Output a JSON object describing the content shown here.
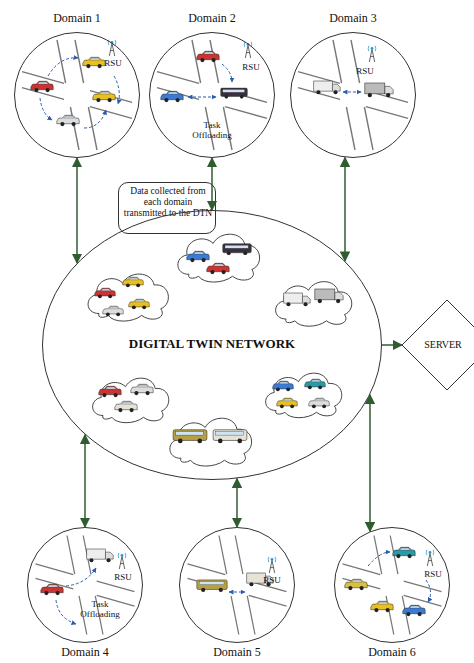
{
  "diagram": {
    "nodes": [
      {
        "text": [
          "Domain 1",
          "RSU"
        ]
      },
      {
        "text": [
          "Domain 2",
          "RSU",
          "Task Offloading"
        ]
      },
      {
        "text": [
          "Domain 3",
          "RSU"
        ]
      },
      {
        "text": [
          "Data collected from each domain transmitted to the DTN"
        ]
      },
      {
        "text": [
          "DIGITAL TWIN NETWORK"
        ]
      },
      {
        "text": [
          "SERVER"
        ]
      },
      {
        "text": [
          "Domain 4",
          "RSU",
          "Task Offloading"
        ]
      },
      {
        "text": [
          "Domain 5",
          "RSU"
        ]
      },
      {
        "text": [
          "Domain 6",
          "RSU"
        ]
      }
    ],
    "edges": [
      {
        "from": 0,
        "to": 4,
        "arrow": "both"
      },
      {
        "from": 1,
        "to": 4,
        "arrow": "both"
      },
      {
        "from": 2,
        "to": 4,
        "arrow": "both"
      },
      {
        "from": 4,
        "to": 5,
        "arrow": "to"
      },
      {
        "from": 6,
        "to": 4,
        "arrow": "both"
      },
      {
        "from": 7,
        "to": 4,
        "arrow": "both"
      },
      {
        "from": 8,
        "to": 4,
        "arrow": "both"
      }
    ]
  }
}
